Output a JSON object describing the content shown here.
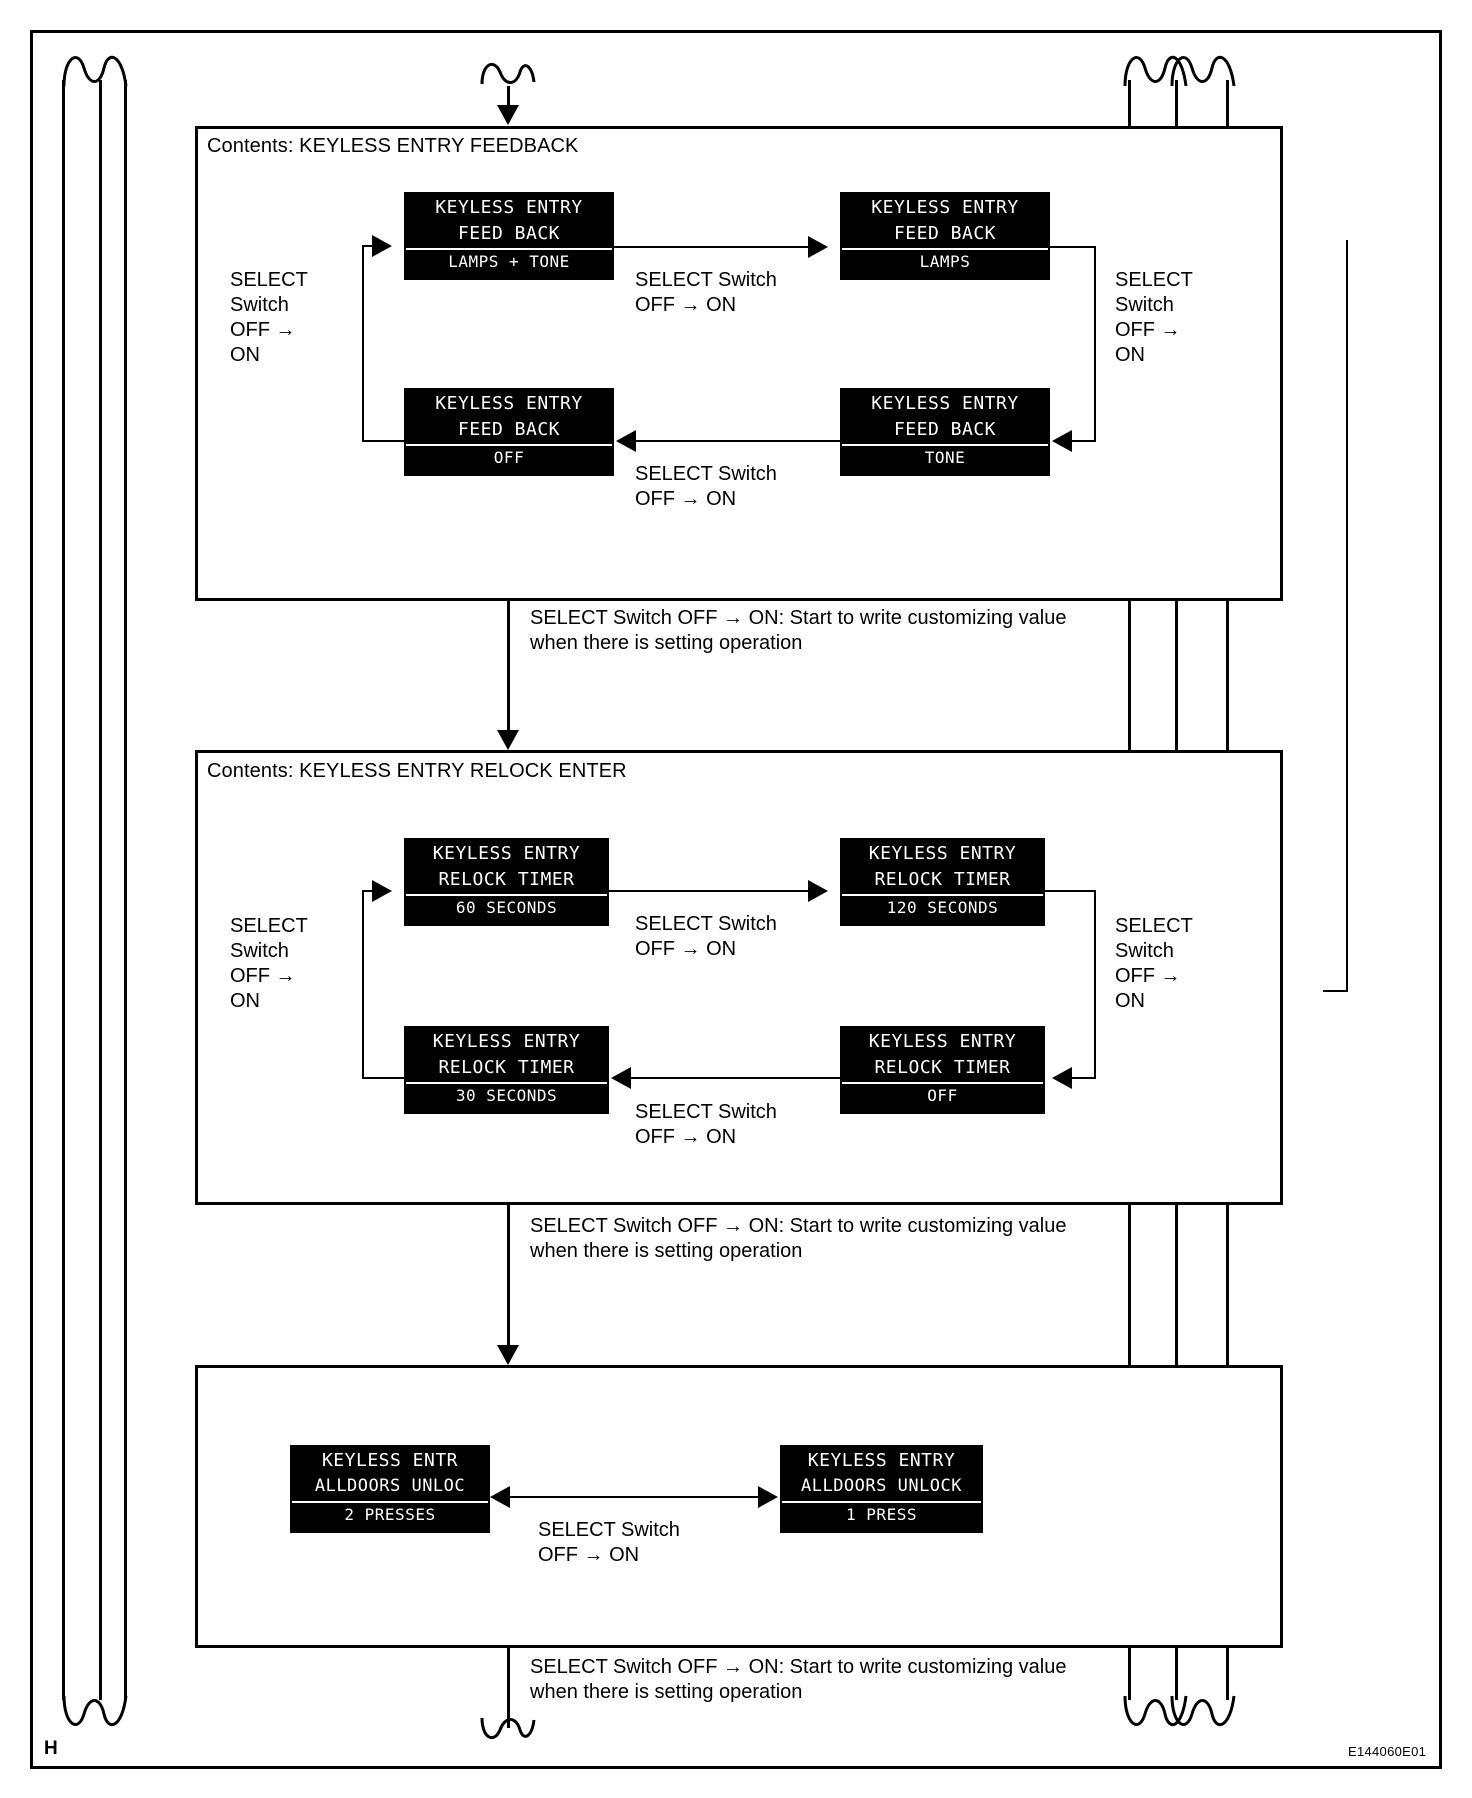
{
  "figure": {
    "id": "E144060E01",
    "corner_mark": "H"
  },
  "transition_label": "SELECT Switch\nOFF → ON",
  "write_note": "SELECT Switch OFF → ON: Start to write customizing value\nwhen there is setting operation",
  "left_label": "SELECT\nSwitch\nOFF →\nON",
  "right_label": "SELECT\nSwitch\nOFF →\nON",
  "sections": [
    {
      "title": "Contents: KEYLESS ENTRY FEEDBACK",
      "displays": [
        {
          "line1": "KEYLESS ENTRY",
          "line2": "FEED  BACK",
          "value": "LAMPS   + TONE"
        },
        {
          "line1": "KEYLESS ENTRY",
          "line2": "FEED  BACK",
          "value": "LAMPS"
        },
        {
          "line1": "KEYLESS ENTRY",
          "line2": "FEED  BACK",
          "value": "TONE"
        },
        {
          "line1": "KEYLESS ENTRY",
          "line2": "FEED  BACK",
          "value": "OFF"
        }
      ]
    },
    {
      "title": "Contents: KEYLESS ENTRY RELOCK ENTER",
      "displays": [
        {
          "line1": "KEYLESS ENTRY",
          "line2": "RELOCK TIMER",
          "value": "60  SECONDS"
        },
        {
          "line1": "KEYLESS ENTRY",
          "line2": "RELOCK TIMER",
          "value": "120  SECONDS"
        },
        {
          "line1": "KEYLESS ENTRY",
          "line2": "RELOCK TIMER",
          "value": "OFF"
        },
        {
          "line1": "KEYLESS ENTRY",
          "line2": "RELOCK TIMER",
          "value": "30  SECONDS"
        }
      ]
    },
    {
      "title": "",
      "displays": [
        {
          "line1": "KEYLESS ENTR",
          "line2": "ALLDOORS UNLOC",
          "value": "2  PRESSES"
        },
        {
          "line1": "KEYLESS ENTRY",
          "line2": "ALLDOORS UNLOCK",
          "value": "1  PRESS"
        }
      ]
    }
  ]
}
